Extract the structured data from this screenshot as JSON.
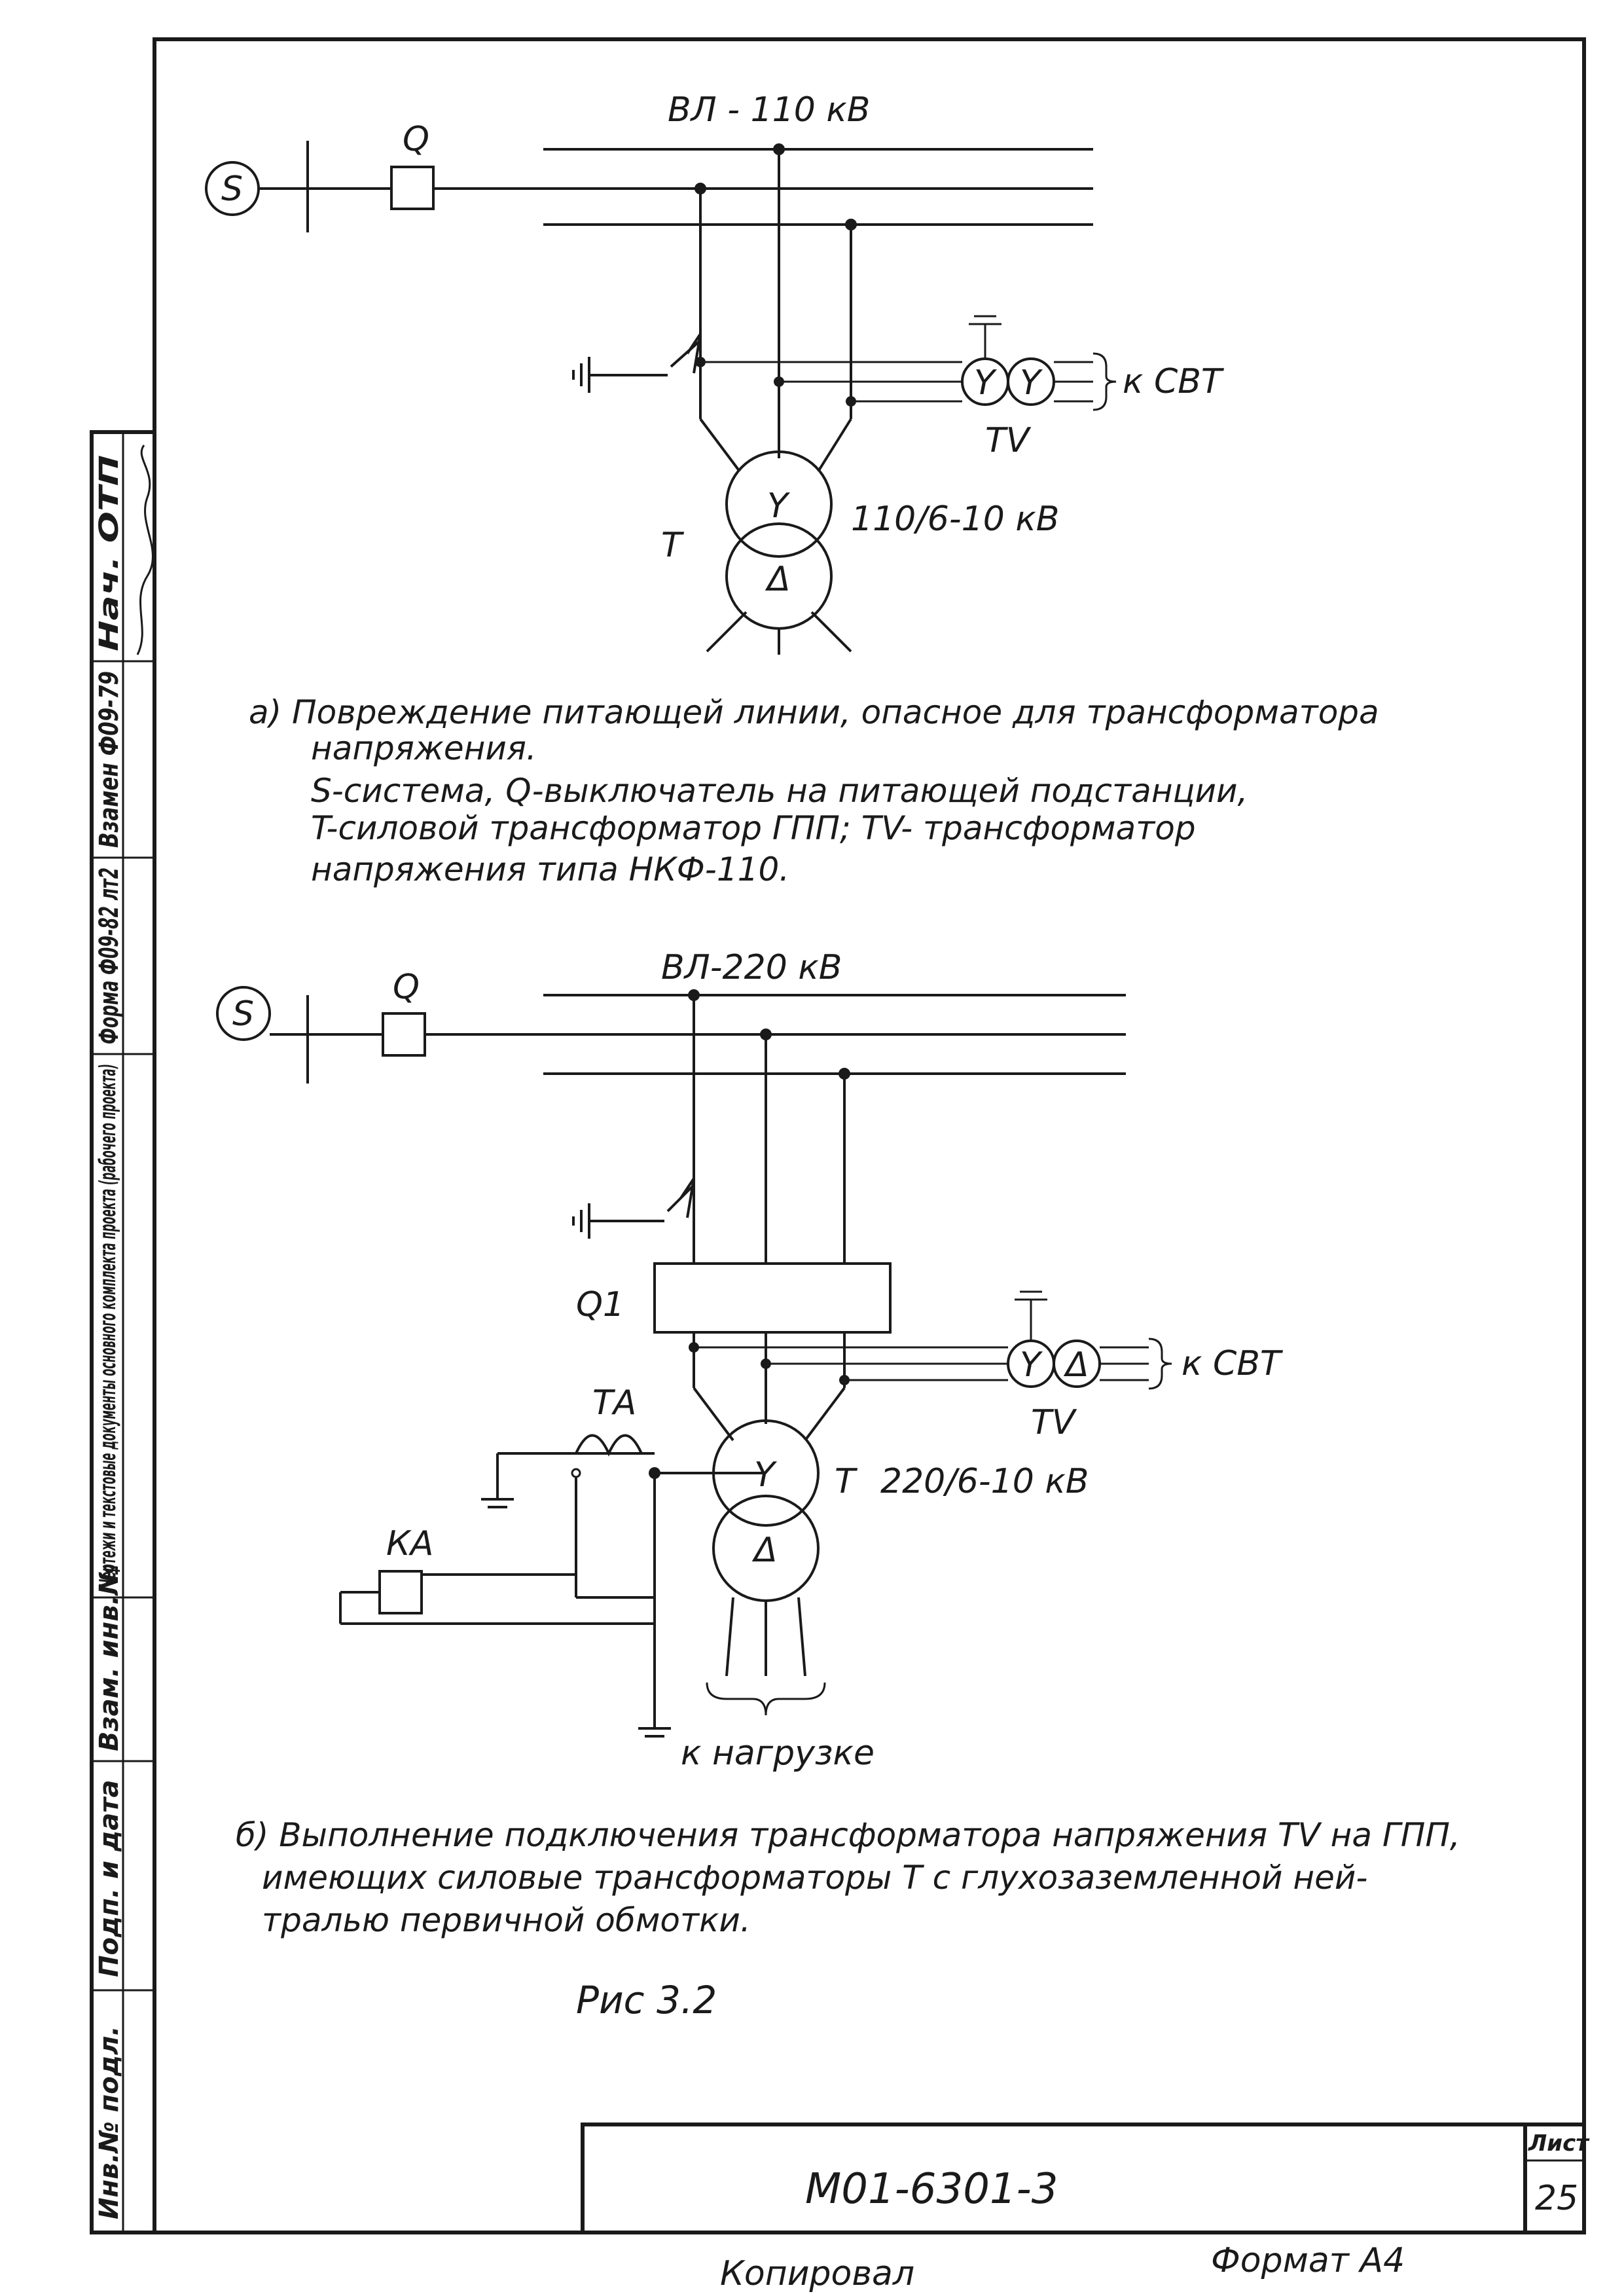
{
  "diagram_a": {
    "line_label": "ВЛ - 110 кВ",
    "source_label": "S",
    "breaker_label": "Q",
    "transformer_label": "T",
    "tv_label": "TV",
    "to_svt_label": "к СВТ",
    "ratio_label": "110/6-10 кВ",
    "winding_top": "Y",
    "winding_bottom": "Δ",
    "tv_winding": "Y",
    "caption": [
      "а) Повреждение питающей линии, опасное для трансформатора",
      "напряжения.",
      "S-система, Q-выключатель на питающей подстанции,",
      "T-силовой трансформатор ГПП;   TV- трансформатор",
      "напряжения типа НКФ-110."
    ]
  },
  "diagram_b": {
    "line_label": "ВЛ-220 кВ",
    "source_label": "S",
    "breaker_label": "Q",
    "q1_label": "Q1",
    "ta_label": "ТА",
    "ka_label": "КА",
    "transformer_label": "T",
    "ratio_label": "220/6-10 кВ",
    "tv_label": "TV",
    "to_svt_label": "к СВТ",
    "load_label": "к нагрузке",
    "winding_top": "Y",
    "winding_bottom": "Δ",
    "tv_winding_left": "Y",
    "tv_winding_right": "Δ",
    "caption": [
      "б) Выполнение подключения трансформатора напряжения TV на ГПП,",
      "имеющих силовые трансформаторы T с глухозаземленной ней-",
      "тралью первичной обмотки."
    ]
  },
  "figure_label": "Рис 3.2",
  "title_block": {
    "code": "М01-6301-3",
    "sheet_label": "Лист",
    "sheet_number": "25"
  },
  "footer": {
    "copied": "Копировал",
    "format": "Формат А4"
  },
  "side_stamp": {
    "col1": "Инв.№ подл.",
    "col2": "Подп. и дата",
    "col3": "Взам. инв.№",
    "col4": "Чертежи и текстовые документы основного комплекта проекта (рабочего проекта)",
    "col5": "Форма Ф09-82 лт2",
    "col6": "Взамен Ф09-79",
    "col7": "Нач. ОТП"
  }
}
